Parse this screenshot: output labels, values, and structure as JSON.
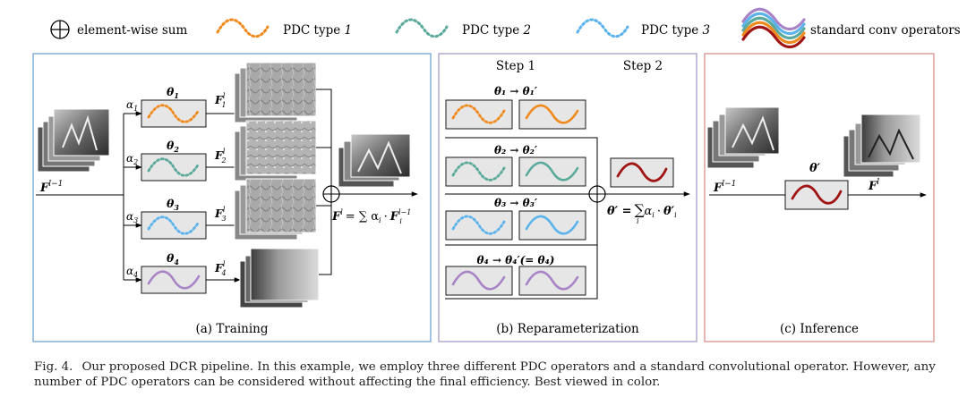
{
  "legend": {
    "sum_label": "element-wise sum",
    "pdc1_prefix": "PDC type ",
    "pdc1_num": "1",
    "pdc2_prefix": "PDC type ",
    "pdc2_num": "2",
    "pdc3_prefix": "PDC type ",
    "pdc3_num": "3",
    "std_label": "standard conv operators"
  },
  "colors": {
    "orange": "#f08a1c",
    "teal": "#5aa99a",
    "blue": "#5cb3ec",
    "purple": "#a884c6",
    "darkred": "#a01414",
    "panel_a": "#6fa4cf",
    "panel_b": "#a89ac8",
    "panel_c": "#d9908b",
    "box_fill": "#e6e6e6"
  },
  "panel_a": {
    "title": "(a) Training",
    "input": {
      "base": "F",
      "sup": "l−1"
    },
    "alphas": [
      {
        "a": "α",
        "sub": "1"
      },
      {
        "a": "α",
        "sub": "2"
      },
      {
        "a": "α",
        "sub": "3"
      },
      {
        "a": "α",
        "sub": "4"
      }
    ],
    "thetas": [
      {
        "t": "θ",
        "sub": "1"
      },
      {
        "t": "θ",
        "sub": "2"
      },
      {
        "t": "θ",
        "sub": "3"
      },
      {
        "t": "θ",
        "sub": "4"
      }
    ],
    "features": [
      {
        "f": "F",
        "sub": "1",
        "sup": "l"
      },
      {
        "f": "F",
        "sub": "2",
        "sup": "l"
      },
      {
        "f": "F",
        "sub": "3",
        "sup": "l"
      },
      {
        "f": "F",
        "sub": "4",
        "sup": "l"
      }
    ],
    "formula": {
      "lhs": "F",
      "lhs_sup": "l",
      "eq": "= ∑ α",
      "alpha_sub": "i",
      "dot": "·",
      "rhs": "F",
      "rhs_sub": "i",
      "rhs_sup": "l−1"
    }
  },
  "panel_b": {
    "title": "(b) Reparameterization",
    "step1": "Step 1",
    "step2": "Step 2",
    "rows": [
      {
        "label": "θ₁ → θ₁′"
      },
      {
        "label": "θ₂ → θ₂′"
      },
      {
        "label": "θ₃ → θ₃′"
      },
      {
        "label": "θ₄ → θ₄′(= θ₄)"
      }
    ],
    "formula": {
      "lhs": "θ′ =",
      "sum": "∑",
      "sum_sub": "i",
      "rhs": "α",
      "rhs_sub": "i",
      "dot": "·",
      "theta": "θ′",
      "theta_sub": "i"
    }
  },
  "panel_c": {
    "title": "(c) Inference",
    "input": {
      "base": "F",
      "sup": "l−1"
    },
    "theta": "θ′",
    "output": {
      "base": "F",
      "sup": "l"
    }
  },
  "caption": {
    "fig": "Fig. 4.",
    "text": "Our proposed DCR pipeline. In this example, we employ three different PDC operators and a standard convolutional operator. However, any number of PDC operators can be considered without affecting the final efficiency. Best viewed in color."
  }
}
